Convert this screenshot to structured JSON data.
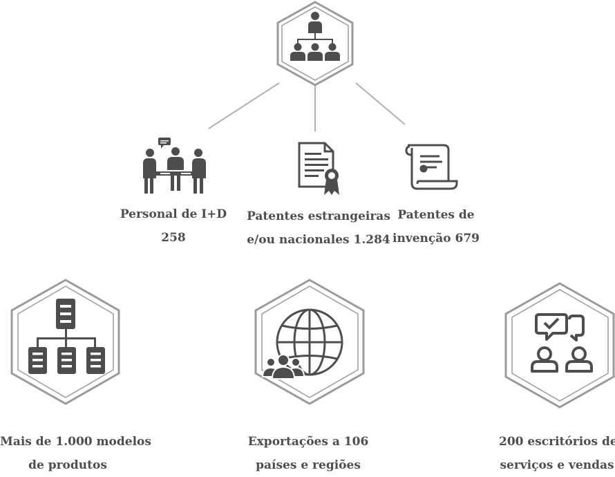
{
  "colors": {
    "hex_stroke": "#9a9a9a",
    "icon_fill": "#4d4d4d",
    "line": "#b0b0b0",
    "text": "#4d4d4d"
  },
  "items": [
    {
      "id": "rd_staff",
      "icon": "meeting-people-icon",
      "line1": "Personal de I+D",
      "line2": "258"
    },
    {
      "id": "patents_foreign",
      "icon": "certificate-document-icon",
      "line1": "Patentes estrangeiras",
      "line2": "e/ou nacionales 1.284"
    },
    {
      "id": "patents_invention",
      "icon": "scroll-diploma-icon",
      "line1": "Patentes de",
      "line2": "invenção 679"
    },
    {
      "id": "models",
      "icon": "hierarchy-servers-icon",
      "line1": "Mais de 1.000 modelos",
      "line2": "de produtos"
    },
    {
      "id": "exports",
      "icon": "globe-people-icon",
      "line1": "Exportações a 106",
      "line2": "países e regiões"
    },
    {
      "id": "offices",
      "icon": "service-chat-people-icon",
      "line1": "200 escritórios de",
      "line2": "serviços e vendas"
    }
  ],
  "top_icon": "organization-hierarchy-icon"
}
